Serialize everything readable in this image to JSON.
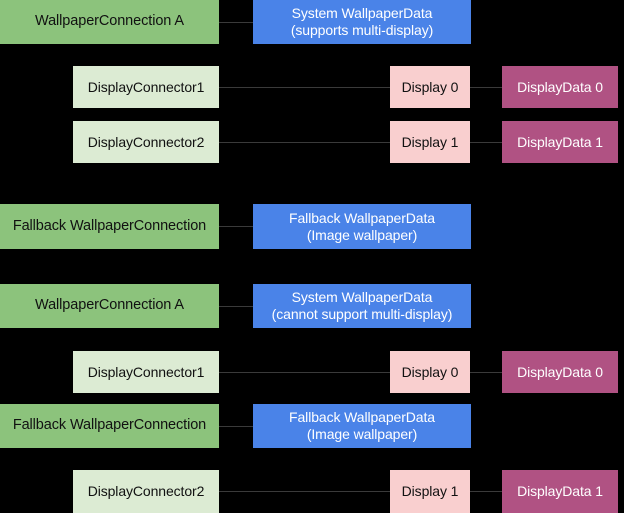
{
  "diagram": {
    "background_color": "#000000",
    "palette": {
      "connection": "#8cc37c",
      "connector": "#dcebd3",
      "wallpaper_data": "#4a83e8",
      "display": "#f9cfcf",
      "display_data": "#b05283"
    },
    "nodes": {
      "top_section": {
        "connection_a": "WallpaperConnection A",
        "system_wallpaperdata": "System WallpaperData\n(supports multi-display)",
        "connector1": "DisplayConnector1",
        "connector2": "DisplayConnector2",
        "display0": "Display 0",
        "display1": "Display 1",
        "displaydata0": "DisplayData 0",
        "displaydata1": "DisplayData 1",
        "fallback_connection": "Fallback WallpaperConnection",
        "fallback_wallpaperdata": "Fallback WallpaperData\n(Image wallpaper)"
      },
      "bottom_section": {
        "connection_a": "WallpaperConnection A",
        "system_wallpaperdata": "System WallpaperData\n(cannot support multi-display)",
        "connector1": "DisplayConnector1",
        "display0": "Display 0",
        "displaydata0": "DisplayData 0",
        "fallback_connection": "Fallback WallpaperConnection",
        "fallback_wallpaperdata": "Fallback WallpaperData\n(Image wallpaper)",
        "connector2": "DisplayConnector2",
        "display1": "Display 1",
        "displaydata1": "DisplayData 1"
      }
    }
  }
}
